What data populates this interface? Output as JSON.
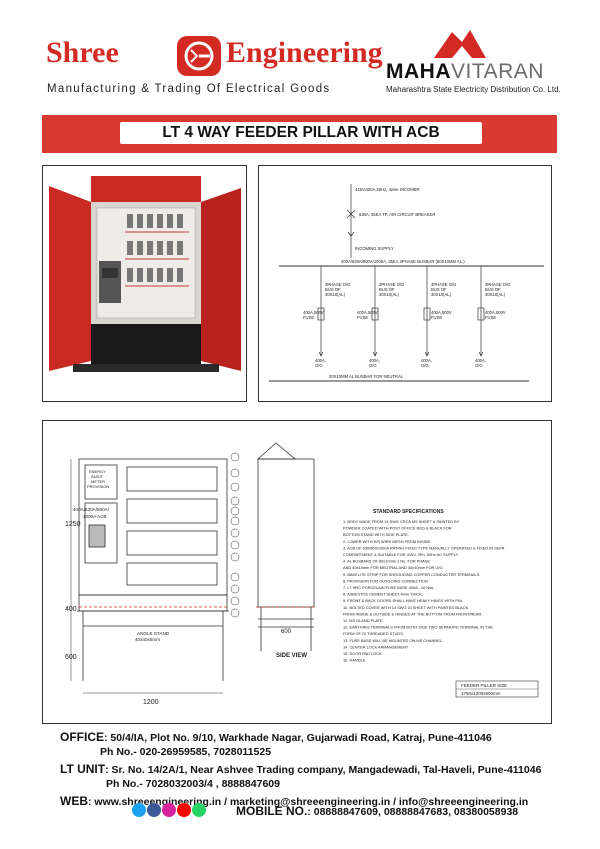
{
  "header": {
    "brand_left": "Shree",
    "brand_right": "Engineering",
    "logo_letter": "G",
    "tagline": "Manufacturing & Trading Of Electrical Goods",
    "partner_name_bold": "MAHA",
    "partner_name_light": "VITARAN",
    "partner_subtitle": "Maharashtra State Electricity Distribution Co. Ltd."
  },
  "title": "LT 4 WAY FEEDER PILLAR WITH ACB",
  "sld": {
    "incomer": "415V,800A,50Hz, 4wire INCOMER",
    "breaker": "630A, 35KA TP, AIR CIRCUIT BREAKER",
    "incoming_supply": "INCOMING SUPPLY",
    "busbar": "400A/630A/800A/1000A, 35KA 3PHASE BUSBAR (80X10MM AL.)",
    "feeder_bus": [
      "3PHASE O/G",
      "BUS OF",
      "30X10(AL)"
    ],
    "feeder_fuse": [
      "400A,500V",
      "FUSE"
    ],
    "feeder_out": [
      "400A,",
      "O/G"
    ],
    "neutral": "30X10MM AL BUSBAR FOR NEUTRAL"
  },
  "drawing": {
    "meter_label": [
      "ENERGY",
      "AUDIT",
      "METER",
      "PROVISION"
    ],
    "acb_label": [
      "400A/630A/800A/",
      "1000A ACB"
    ],
    "dim_1250": "1250",
    "dim_400": "400",
    "dim_600": "600",
    "dim_1200": "1200",
    "dim_side_600": "600",
    "angle_stand": [
      "ANGLE STAND",
      "40x40x5mm"
    ],
    "side_view": "SIDE VIEW",
    "spec_title": "STANDARD SPECIFICATIONS",
    "specs": [
      "1. BODY MADE FROM 14 SWG CRCA MS SHEET & PAINTED BY",
      "   POWDER COATED WITH POST OFFICE RED & BLACK FOR",
      "   BOTTOM STAND WITH SIDE PLATE.",
      "2. LOWER WITH S/S WIRE MESH FROM INSIDE.",
      "3. ACB OF 630/800/1000A RATING FIXED TYPE MANUALLY OPERATED & FIXED IN SEPA",
      "   COMPARTMENT & SUITABLE FOR 415V, 3Ph, 50Hz AC SUPPLY.",
      "4. AL BUSBARS OF 80x10mm 1 No. FOR PHASE",
      "   AND 40x10mm FOR NEUTRAL AND 30x10mm FOR O/G.",
      "5. BAKELITE STRIP FOR SHROUDING COPPER CONDUCTER TERMINALS.",
      "6. PROVISION FOR OUTGOING CONNECTION.",
      "7. LT HRC PORCELAIN FUSE BASE 400A - 16 Nos.",
      "8. ASBESTOS CEMENT SHEET 4mm THICK.",
      "9. FRONT & BACK DOORS SHALL HAVE HEAVY HINGS WITH PIN.",
      "10. BOLTED COVER WITH 14 SWG GI SHEET WITH PAINTED BLACK",
      "    FROM INSIDE & OUTSIDE & HINGED AT THE BOTTOM FROM FRONT/REAR.",
      "11. MS GLAND PLATE.",
      "12. EARTHING TERMINALS FROM BOTH SIDE TWO SEPARATE TERMINAL IN THE",
      "    FORM OF GI THREADED STUDS.",
      "13. FUSE BASE WILL BE MOUNTED ON MS CHANNEL.",
      "14. CENTER LOCK ARRANGEMENT",
      "15. DOOR PAD LOCK",
      "16. HANDLE"
    ],
    "size_title": "FEEDER PILLER SIZE",
    "size_value": "1750x1200x600mm"
  },
  "footer": {
    "office_label": "OFFICE",
    "office_text": ": 50/4/IA, Plot No. 9/10, Warkhade Nagar, Gujarwadi Road, Katraj, Pune-411046",
    "office_phone": "Ph No.- 020-26959585, 7028011525",
    "lt_label": "LT UNIT",
    "lt_text": ": Sr. No. 14/2A/1, Near Ashvee Trading company, Mangadewadi, Tal-Haveli, Pune-411046",
    "lt_phone": "Ph No.-  7028032003/4 , 8888847609",
    "web_label": "WEB",
    "web_text": ": www.shreeengineering.in / marketing@shreeengineering.in / info@shreeengineering.in",
    "mobile_label": "MOBILE NO.",
    "mobile_text": ": 08888847609, 08888847683, 08380058938"
  },
  "colors": {
    "brand_red": "#d32a23",
    "band_red": "#d83a2f"
  },
  "icons": [
    "twitter-icon",
    "facebook-icon",
    "instagram-icon",
    "youtube-icon",
    "whatsapp-icon"
  ]
}
